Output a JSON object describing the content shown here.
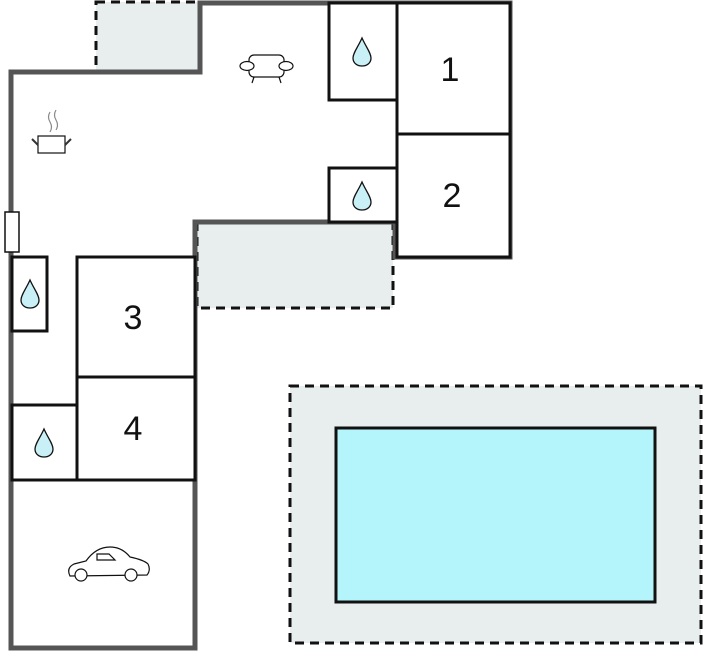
{
  "floorplan": {
    "rooms": [
      {
        "id": "bedroom-1",
        "label": "1"
      },
      {
        "id": "bedroom-2",
        "label": "2"
      },
      {
        "id": "bedroom-3",
        "label": "3"
      },
      {
        "id": "bedroom-4",
        "label": "4"
      }
    ],
    "icons": [
      "sofa-icon",
      "cooking-pot-icon",
      "car-icon",
      "water-drop-icon"
    ],
    "colors": {
      "wall": "#555555",
      "room_border": "#111111",
      "terrace": "#e8eeee",
      "pool": "#b3f5fb",
      "drop": "#c8f0f6"
    }
  }
}
